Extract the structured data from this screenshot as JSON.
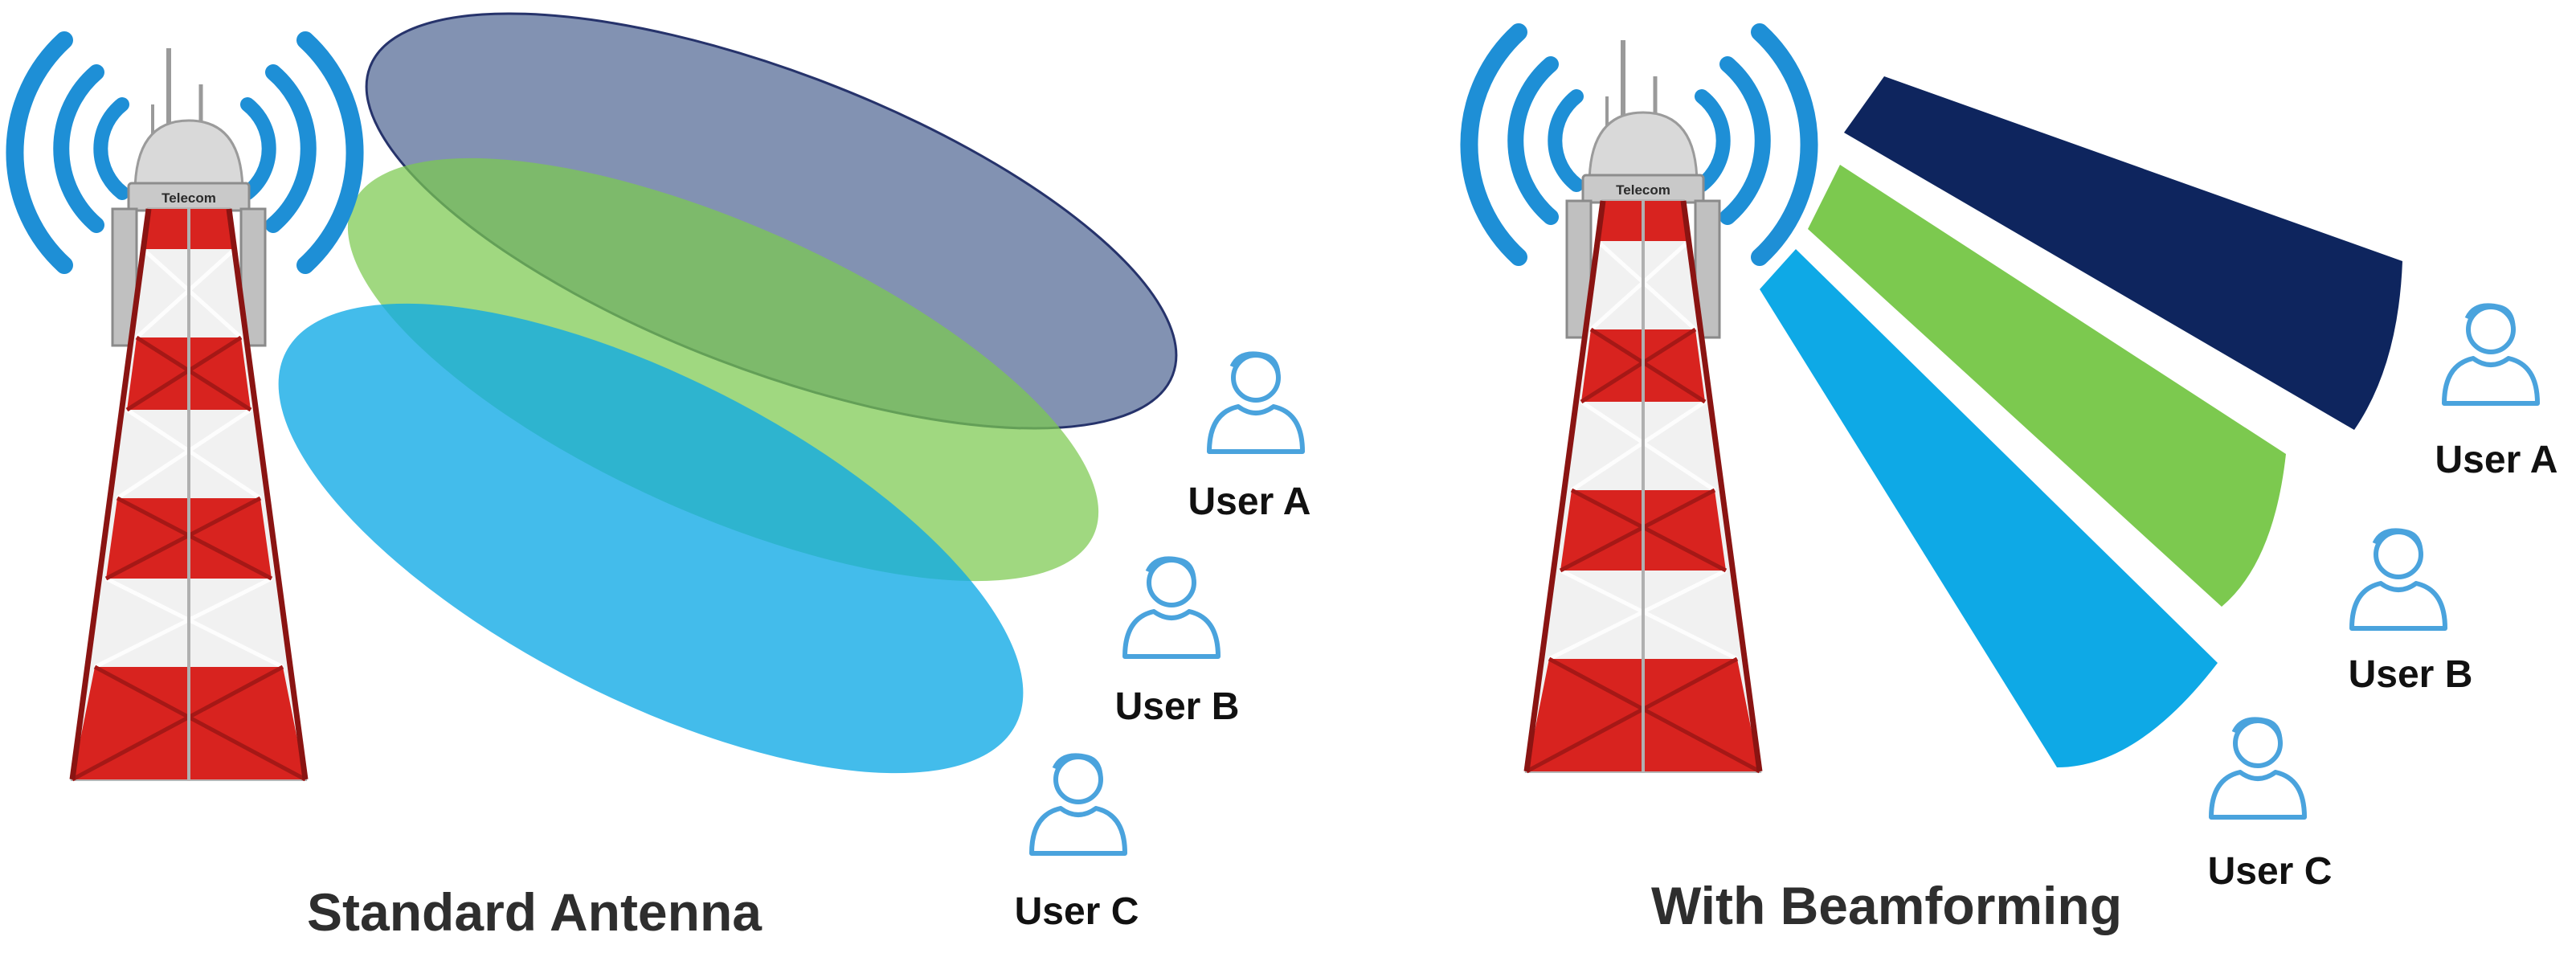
{
  "panels": [
    {
      "caption": "Standard Antenna",
      "users": [
        {
          "label": "User A"
        },
        {
          "label": "User B"
        },
        {
          "label": "User C"
        }
      ]
    },
    {
      "caption": "With Beamforming",
      "users": [
        {
          "label": "User A"
        },
        {
          "label": "User B"
        },
        {
          "label": "User C"
        }
      ]
    }
  ],
  "tower_brand": "Telecom",
  "colors": {
    "beam_a": "#1a2a5e",
    "beam_b": "#7cc94f",
    "beam_c": "#0ea9e6",
    "signal_arcs": "#1e8fd6",
    "tower_red": "#d8231f",
    "user_icon": "#4aa3dd"
  }
}
